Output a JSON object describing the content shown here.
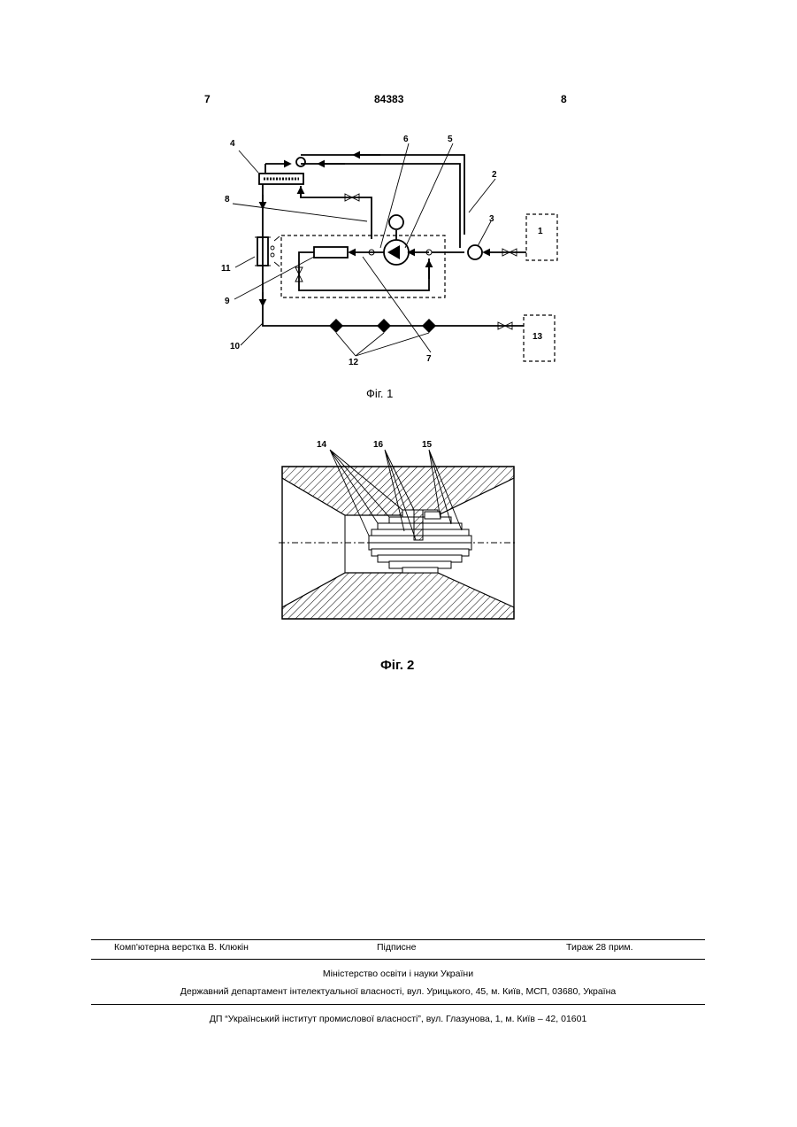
{
  "header": {
    "page_left": "7",
    "patent_number": "84383",
    "page_right": "8"
  },
  "figure1": {
    "caption": "Фіг. 1",
    "labels": {
      "l1": "1",
      "l2": "2",
      "l3": "3",
      "l4": "4",
      "l5": "5",
      "l6": "6",
      "l7": "7",
      "l8": "8",
      "l9": "9",
      "l10": "10",
      "l11": "11",
      "l12": "12",
      "l13": "13"
    }
  },
  "figure2": {
    "caption": "Фіг. 2",
    "labels": {
      "l14": "14",
      "l15": "15",
      "l16": "16"
    }
  },
  "footer": {
    "credit": "Комп'ютерна верстка В. Клюкін",
    "signed": "Підписне",
    "print_run": "Тираж 28 прим.",
    "ministry": "Міністерство освіти і науки України",
    "department": "Державний департамент інтелектуальної власності, вул. Урицького, 45, м. Київ, МСП, 03680, Україна",
    "institute": "ДП “Український інститут промислової власності”, вул. Глазунова, 1, м. Київ – 42, 01601"
  }
}
